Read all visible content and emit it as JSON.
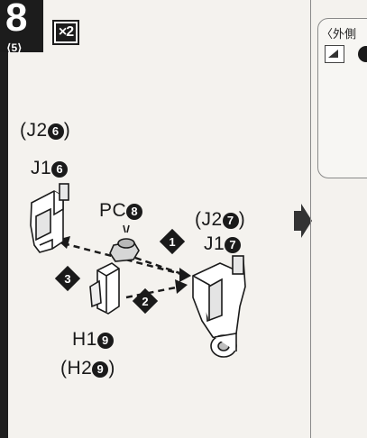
{
  "step": {
    "number": "8",
    "sub": "⟨5⟩",
    "multiplier": "×2"
  },
  "labels": {
    "j2_6_prefix": "(J2",
    "j2_6_num": "6",
    "j2_6_suffix": ")",
    "j1_6_prefix": "J1",
    "j1_6_num": "6",
    "pc8_prefix": "PC",
    "pc8_num": "8",
    "j2_7_prefix": "(J2",
    "j2_7_num": "7",
    "j2_7_suffix": ")",
    "j1_7_prefix": "J1",
    "j1_7_num": "7",
    "h1_9_prefix": "H1",
    "h1_9_num": "9",
    "h2_9_prefix": "(H2",
    "h2_9_num": "9",
    "h2_9_suffix": ")"
  },
  "markers": {
    "one": "1",
    "two": "2",
    "three": "3"
  },
  "note": {
    "title": "〈外側"
  },
  "colors": {
    "ink": "#1a1a1a",
    "paper": "#f4f2ee",
    "part_fill": "#ffffff"
  }
}
